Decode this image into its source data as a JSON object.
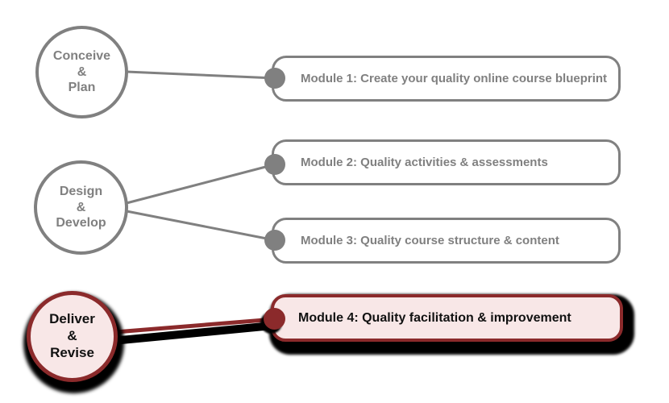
{
  "diagram": {
    "type": "course-design-process-flow",
    "description_visible_elements": "three phase circles linked to four module cards"
  },
  "phases": [
    {
      "id": "conceive-plan",
      "lines": [
        "Conceive",
        "&",
        "Plan"
      ],
      "state": "default"
    },
    {
      "id": "design-develop",
      "lines": [
        "Design",
        "&",
        "Develop"
      ],
      "state": "default"
    },
    {
      "id": "deliver-revise",
      "lines": [
        "Deliver",
        "&",
        "Revise"
      ],
      "state": "highlighted"
    }
  ],
  "modules": [
    {
      "id": "module-1",
      "label": "Module 1: Create your quality online course blueprint",
      "state": "default"
    },
    {
      "id": "module-2",
      "label": "Module 2: Quality activities & assessments",
      "state": "default"
    },
    {
      "id": "module-3",
      "label": "Module 3: Quality course structure & content",
      "state": "default"
    },
    {
      "id": "module-4",
      "label": "Module 4: Quality facilitation & improvement",
      "state": "highlighted"
    }
  ],
  "connections": [
    {
      "from": "conceive-plan",
      "to": "module-1"
    },
    {
      "from": "design-develop",
      "to": "module-2"
    },
    {
      "from": "design-develop",
      "to": "module-3"
    },
    {
      "from": "deliver-revise",
      "to": "module-4"
    }
  ],
  "colors": {
    "gray": "#808080",
    "maroon": "#8b2a2b",
    "pink_fill": "#f8e7e7",
    "shadow": "#000000",
    "background": "#ffffff",
    "highlight_text": "#111111"
  }
}
